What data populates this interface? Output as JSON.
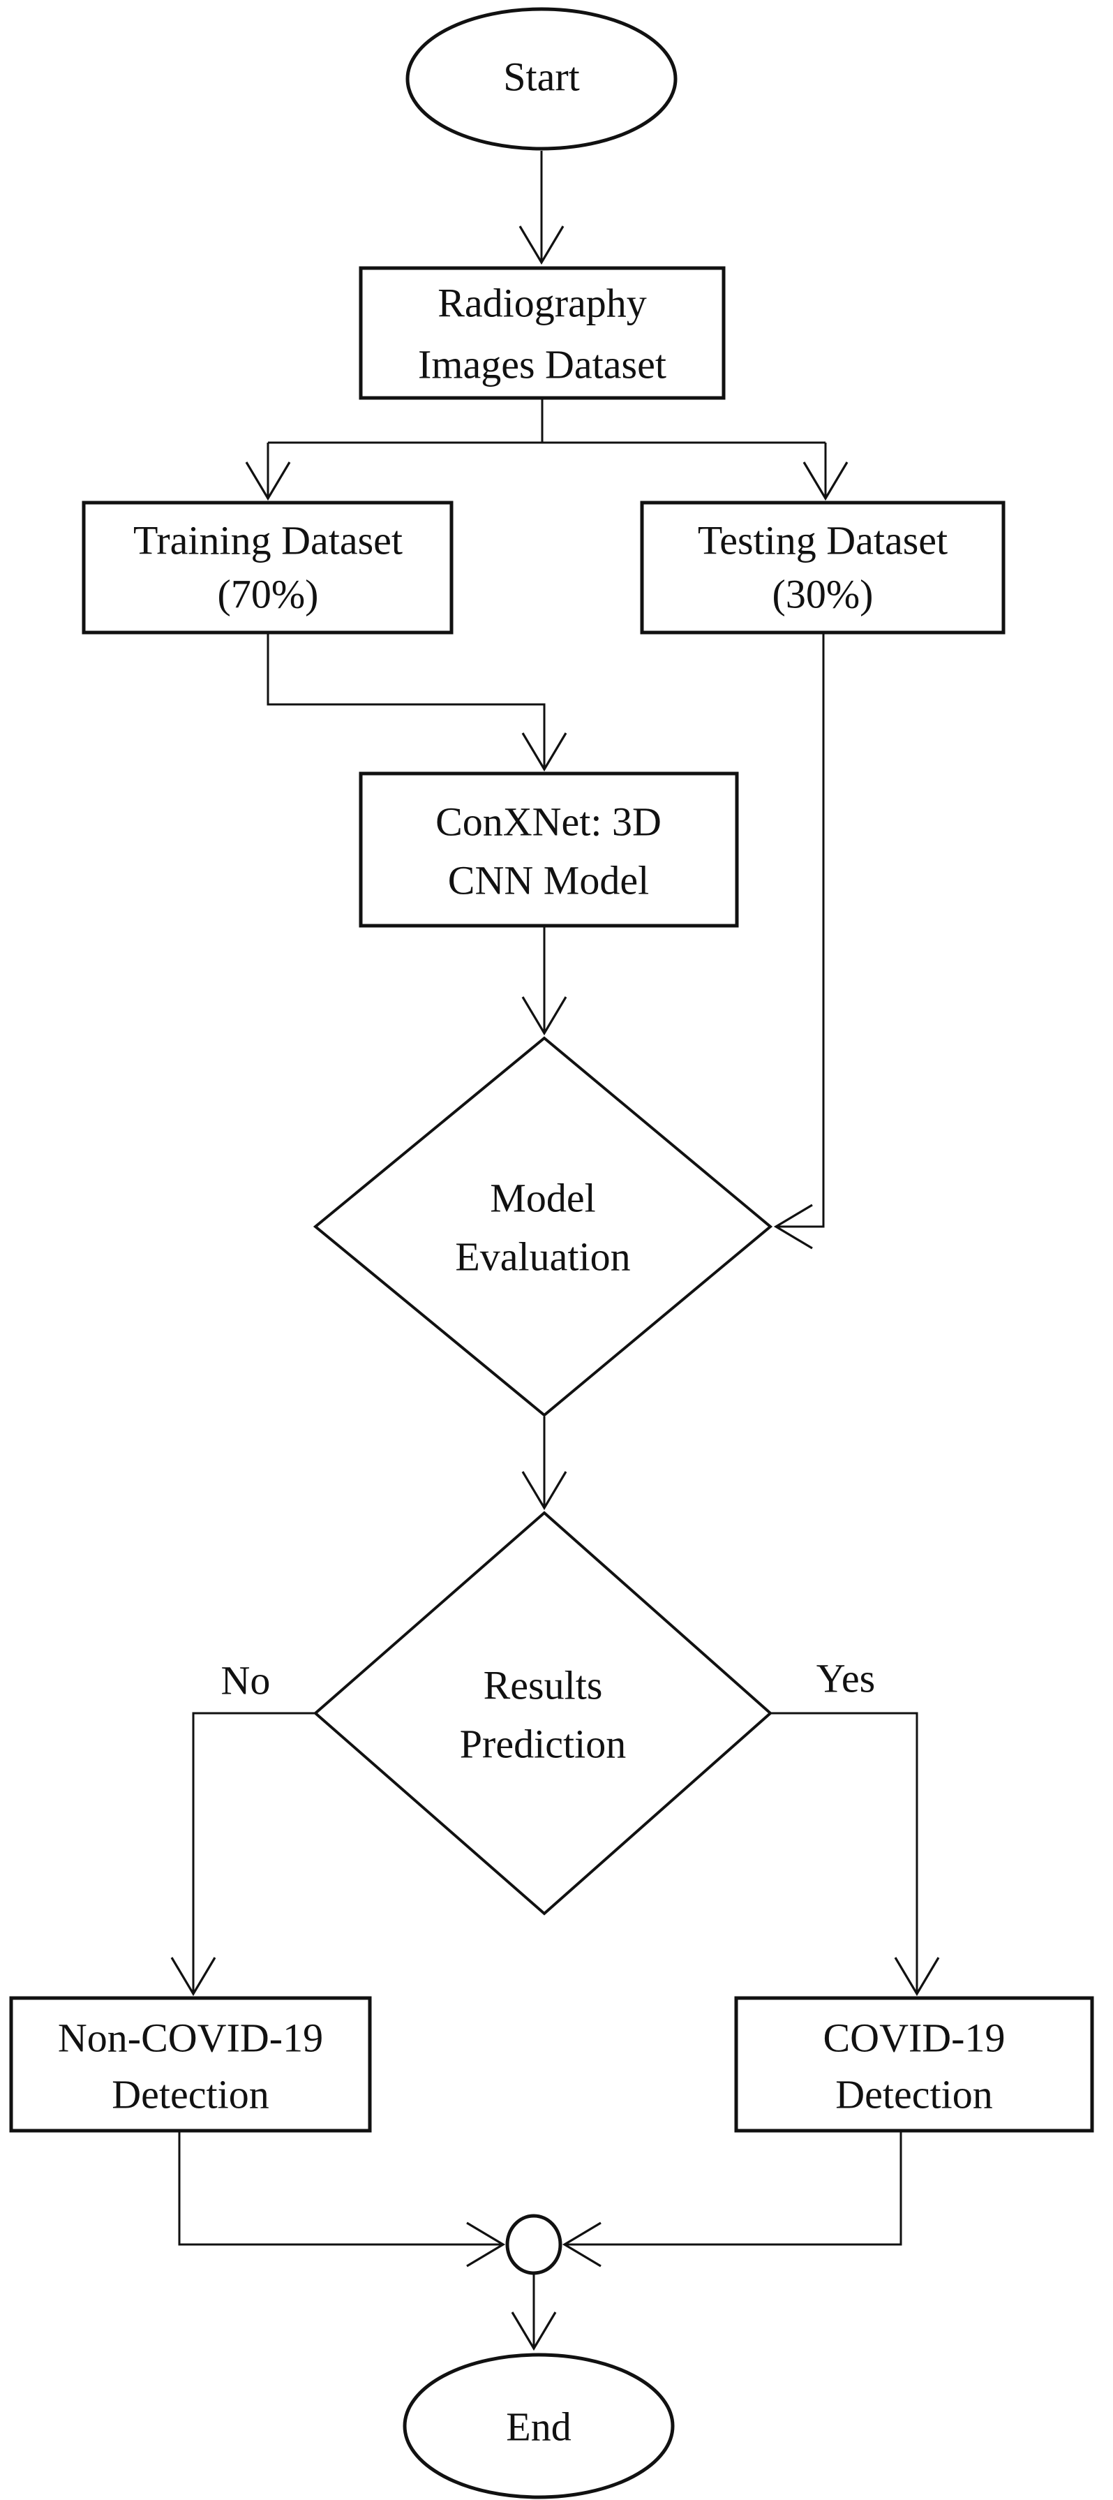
{
  "diagram": {
    "colors": {
      "stroke": "#111111",
      "background": "#ffffff"
    },
    "nodes": {
      "start": {
        "type": "terminator",
        "label": "Start"
      },
      "radiography": {
        "type": "process",
        "lines": [
          "Radiography",
          "Images Dataset"
        ]
      },
      "training": {
        "type": "process",
        "lines": [
          "Training Dataset",
          "(70%)"
        ]
      },
      "testing": {
        "type": "process",
        "lines": [
          "Testing Dataset",
          "(30%)"
        ]
      },
      "conxnet": {
        "type": "process",
        "lines": [
          "ConXNet: 3D",
          "CNN Model"
        ]
      },
      "model_evaluation": {
        "type": "decision",
        "lines": [
          "Model",
          "Evaluation"
        ]
      },
      "results_prediction": {
        "type": "decision",
        "lines": [
          "Results",
          "Prediction"
        ]
      },
      "non_covid": {
        "type": "process",
        "lines": [
          "Non-COVID-19",
          "Detection"
        ]
      },
      "covid": {
        "type": "process",
        "lines": [
          "COVID-19",
          "Detection"
        ]
      },
      "merge": {
        "type": "connector"
      },
      "end": {
        "type": "terminator",
        "label": "End"
      }
    },
    "edge_labels": {
      "no": "No",
      "yes": "Yes"
    }
  }
}
